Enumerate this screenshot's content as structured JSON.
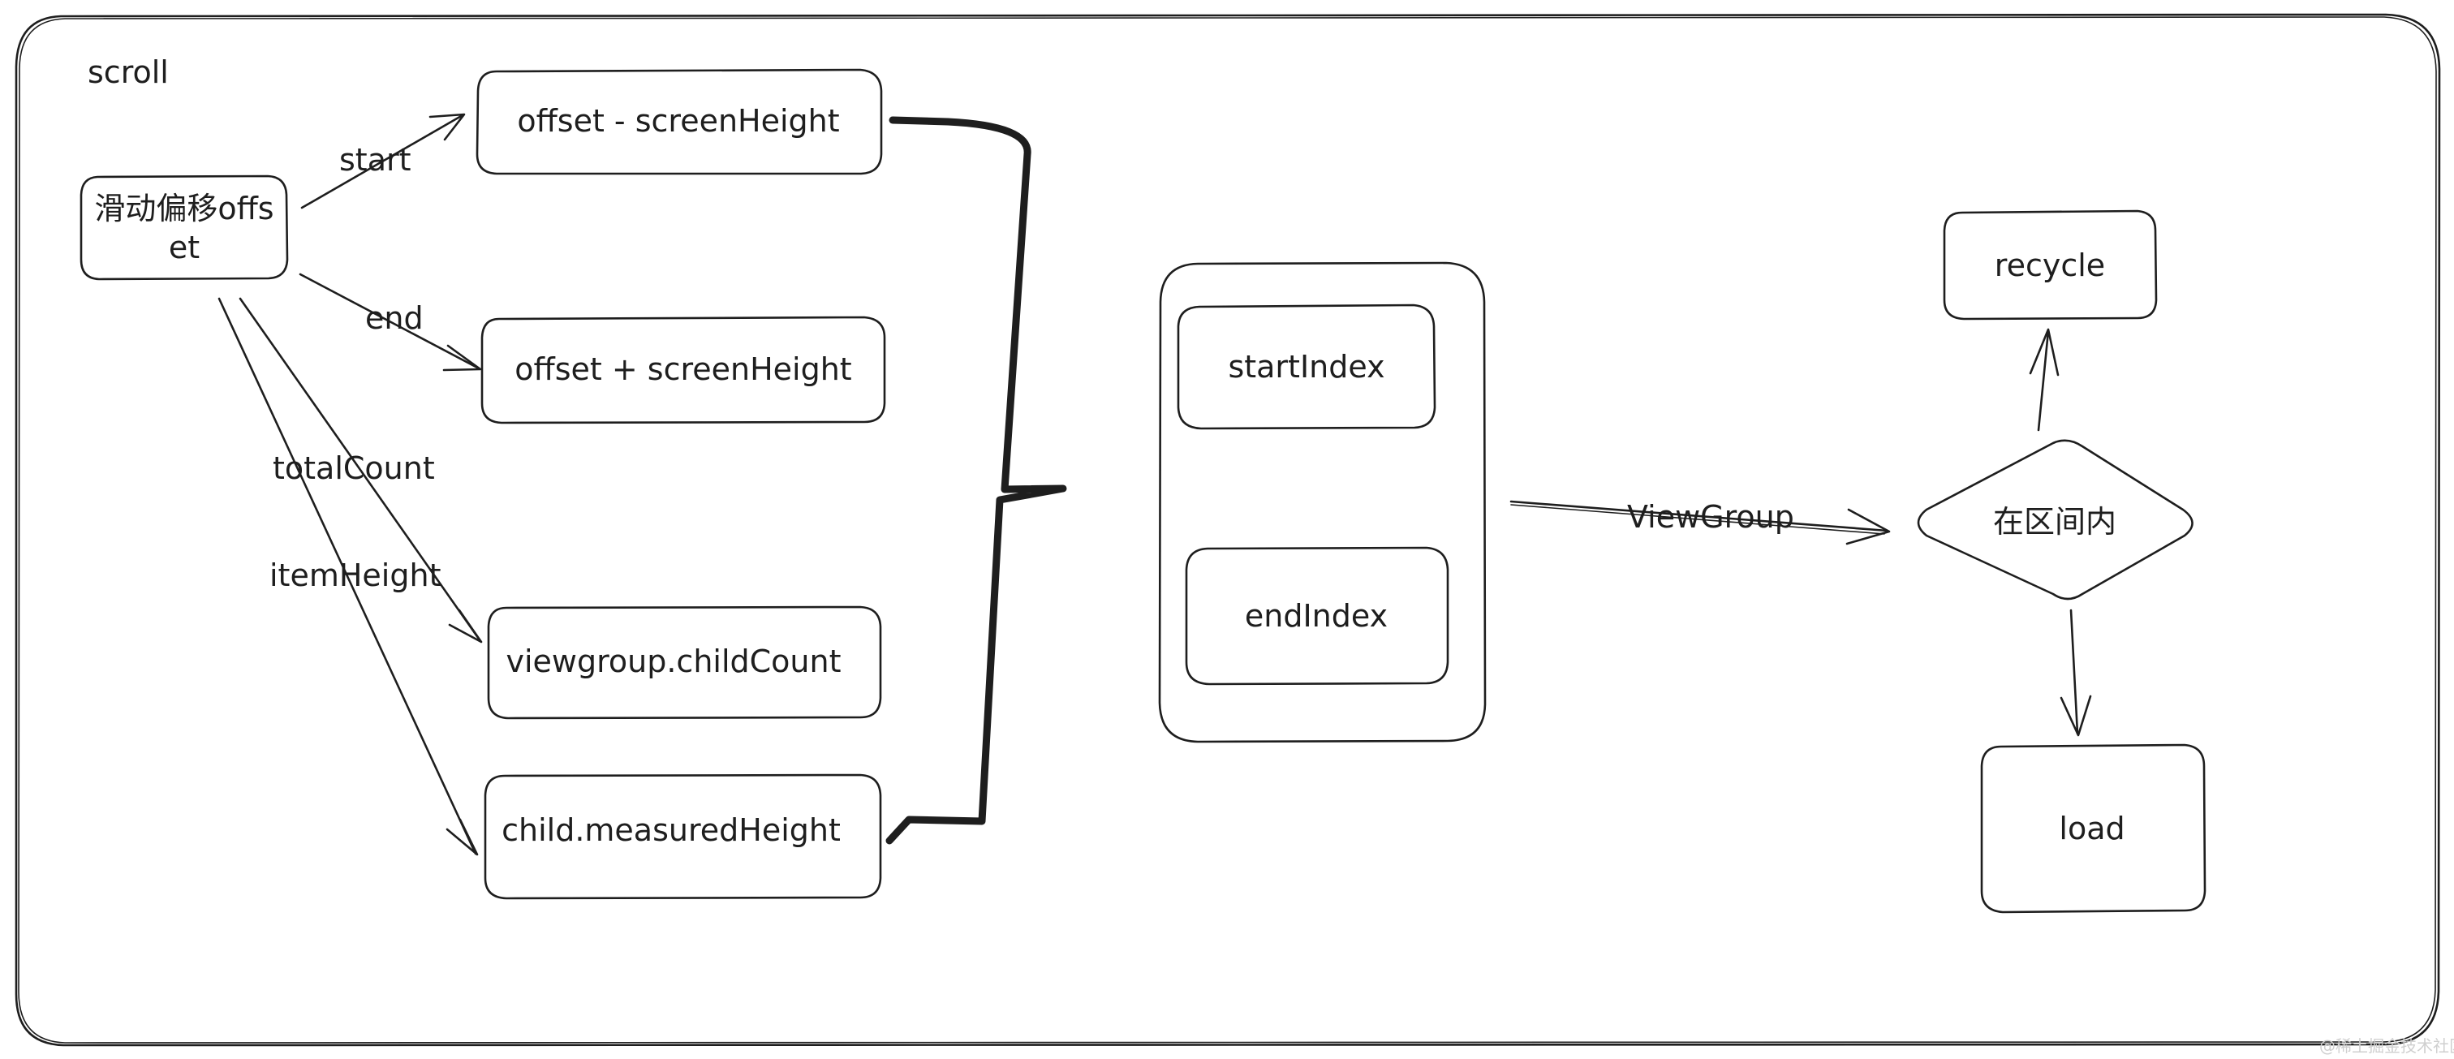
{
  "frame": {
    "label": "scroll"
  },
  "nodes": {
    "source": {
      "line1": "滑动偏移offs",
      "line2": "et"
    },
    "offset_minus": "offset - screenHeight",
    "offset_plus": "offset + screenHeight",
    "child_count": "viewgroup.childCount",
    "measured_height": "child.measuredHeight",
    "start_index": "startIndex",
    "end_index": "endIndex",
    "decision": "在区间内",
    "recycle": "recycle",
    "load": "load"
  },
  "edges": {
    "start": "start",
    "end": "end",
    "total_count": "totalCount",
    "item_height": "itemHeight",
    "viewgroup": "ViewGroup"
  },
  "watermark": "@稀土掘金技术社区",
  "colors": {
    "stroke": "#1e1e1e",
    "background": "#ffffff"
  }
}
